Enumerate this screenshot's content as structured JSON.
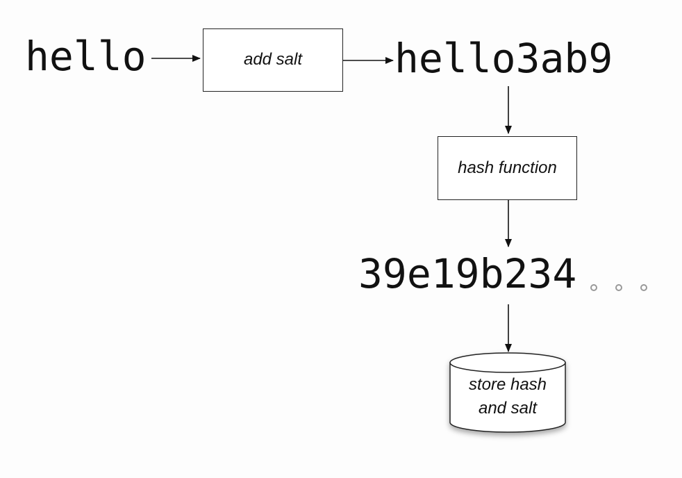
{
  "diagram": {
    "input_text": "hello",
    "add_salt_label": "add salt",
    "salted_text": "hello3ab9",
    "hash_function_label": "hash function",
    "hash_output_text": "39e19b234",
    "store_line1": "store hash",
    "store_line2": "and salt"
  },
  "colors": {
    "ink": "#111111",
    "stroke": "#222222",
    "ellipsis_dots": "#999999",
    "background": "#ffffff"
  }
}
